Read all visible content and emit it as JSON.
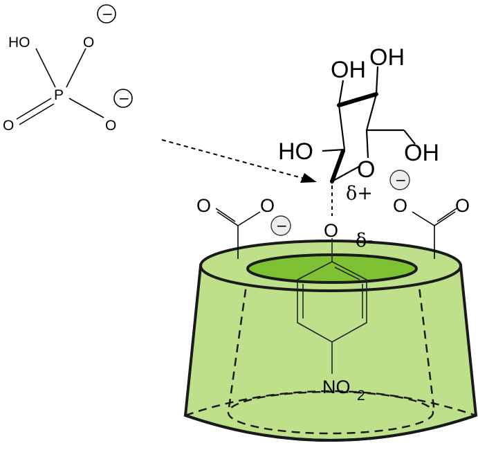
{
  "phosphate": {
    "p_label": "P",
    "oh_label": "HO",
    "o_minus_top_label": "O",
    "o_minus_right_label": "O",
    "o_double_label": "O",
    "charge_sign": "−"
  },
  "sugar": {
    "oh_top_left": "OH",
    "oh_top_right": "OH",
    "ho_left": "HO",
    "oh_right": "OH",
    "ring_oxygen": "O",
    "delta_plus": "δ+"
  },
  "linkage": {
    "glycosidic_o": "O",
    "delta_minus": "δ-"
  },
  "carboxylates": {
    "left_o1": "O",
    "left_o2": "O",
    "right_o1": "O",
    "right_o2": "O",
    "charge_sign": "−"
  },
  "nitro": {
    "label_main": "NO",
    "label_sub": "2"
  },
  "colors": {
    "cyclodextrin_fill": "#bfe08a",
    "cavity_fill": "#7ec133",
    "outline": "#1a1a1a"
  }
}
